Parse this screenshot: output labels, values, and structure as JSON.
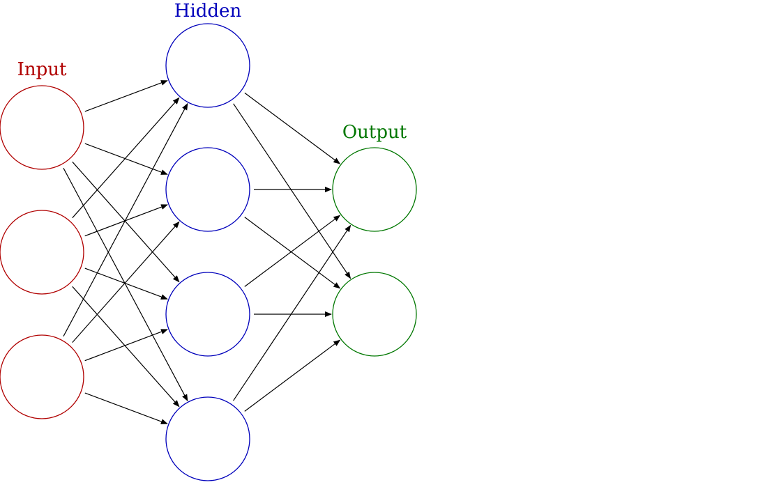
{
  "layers": [
    {
      "id": "input",
      "label": "Input",
      "color": "#b00000",
      "count": 3
    },
    {
      "id": "hidden",
      "label": "Hidden",
      "color": "#0000bb",
      "count": 4
    },
    {
      "id": "output",
      "label": "Output",
      "color": "#007700",
      "count": 2
    }
  ],
  "edge_color": "#000000",
  "connectivity": "fully-connected"
}
